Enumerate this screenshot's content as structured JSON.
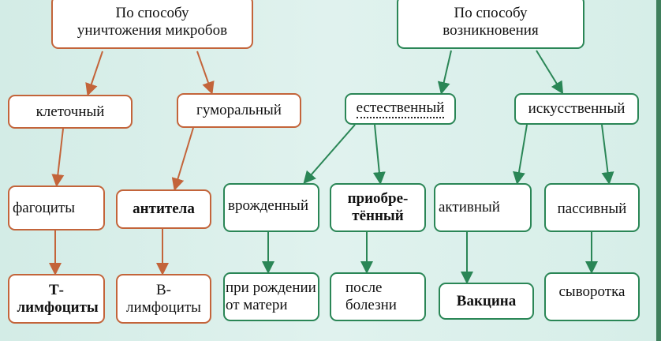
{
  "diagram": {
    "left_root": "По способу уничтожения микробов",
    "right_root": "По способу возникновения",
    "cellular": "клеточный",
    "humoral": "гуморальный",
    "natural": "естественный",
    "artificial": "искусственный",
    "phagocytes": "фагоциты",
    "antibodies": "антитела",
    "innate": "врожденный",
    "acquired": "приобре-тённый",
    "active": "активный",
    "passive": "пассивный",
    "t_lymphocytes": "Т-лимфоциты",
    "b_lymphocytes": "В-лимфоциты",
    "at_birth": "при рождении от матери",
    "after_illness": "после болезни",
    "vaccine": "Вакцина",
    "serum": "сыворотка"
  },
  "colors": {
    "orange": "#c3643a",
    "green": "#2a8656"
  }
}
